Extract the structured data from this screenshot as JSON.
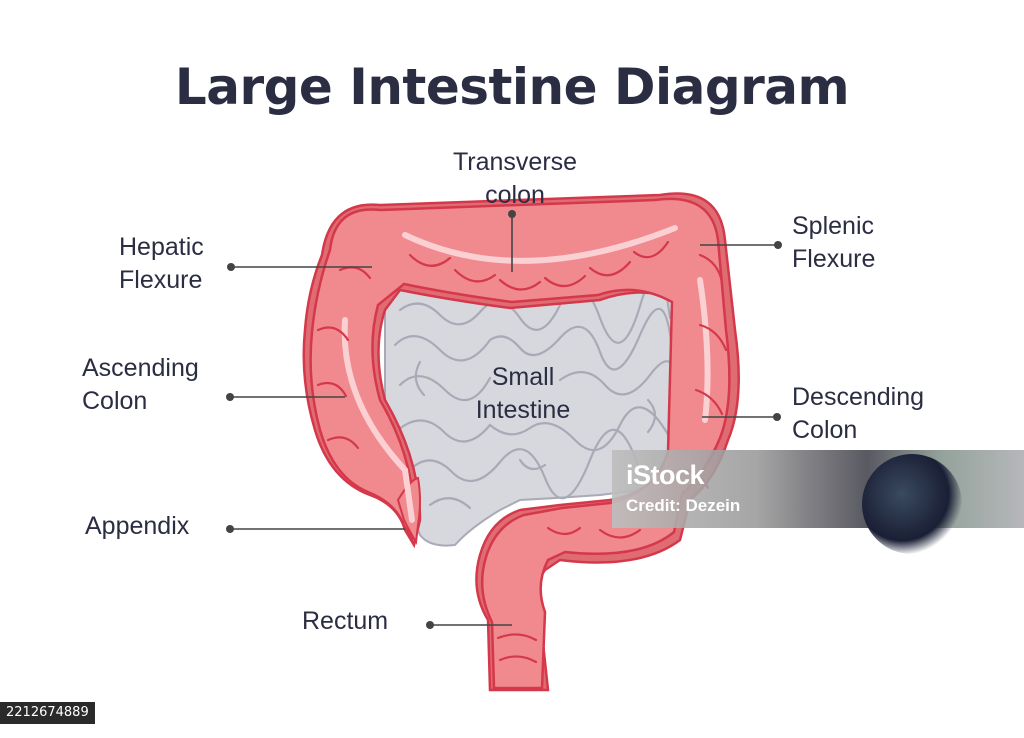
{
  "title": "Large Intestine Diagram",
  "labels": {
    "transverse_colon": [
      "Transverse",
      "colon"
    ],
    "hepatic_flexure": [
      "Hepatic",
      "Flexure"
    ],
    "splenic_flexure": [
      "Splenic",
      "Flexure"
    ],
    "ascending_colon": [
      "Ascending",
      "Colon"
    ],
    "descending_colon": [
      "Descending",
      "Colon"
    ],
    "small_intestine": [
      "Small",
      "Intestine"
    ],
    "appendix": "Appendix",
    "rectum": "Rectum"
  },
  "watermark": {
    "logo": "iStock",
    "credit": "Credit: Dezein"
  },
  "stock_id": "2212674889",
  "colors": {
    "text": "#2b2d42",
    "colon_fill": "#f08a8f",
    "colon_shadow": "#df6c73",
    "colon_outline": "#d5384a",
    "colon_highlight": "#fbd0d2",
    "small_intestine_fill": "#d7d8de",
    "small_intestine_lines": "#a9aab6",
    "leader_line": "#444444"
  }
}
